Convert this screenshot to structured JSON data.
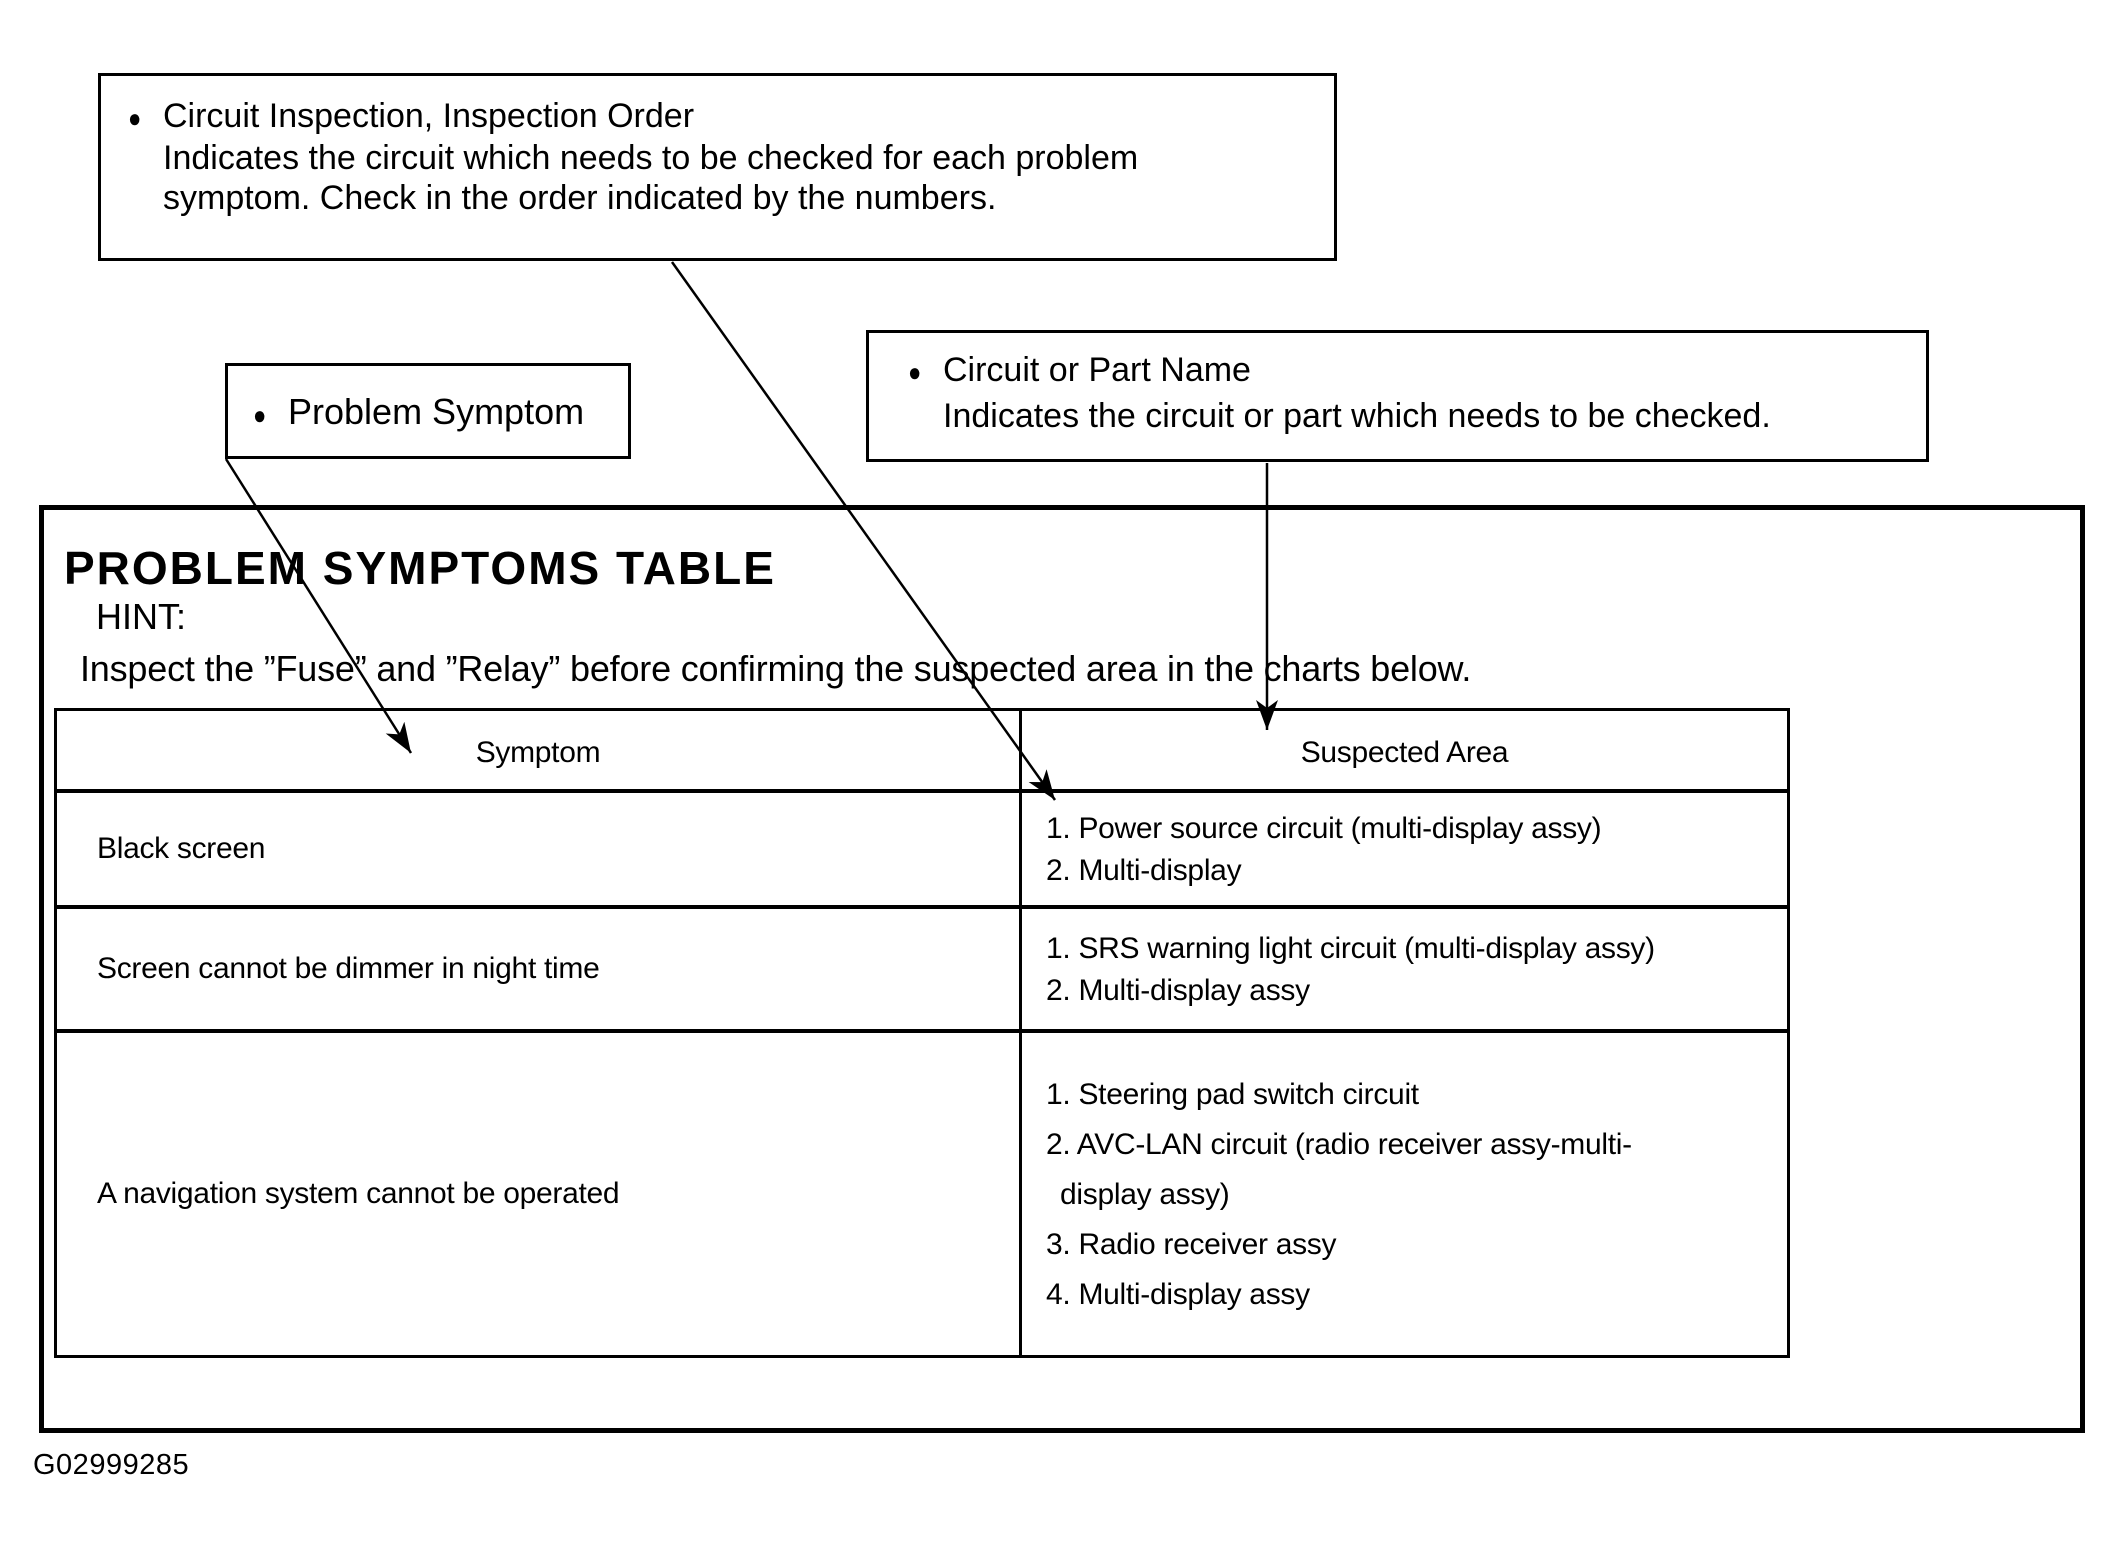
{
  "callouts": {
    "inspection_order": {
      "bullet": "●",
      "title": "Circuit Inspection, Inspection Order",
      "line1": "Indicates the circuit which needs to be checked for each problem",
      "line2": "symptom. Check in the order indicated by the numbers."
    },
    "problem_symptom": {
      "bullet": "●",
      "title": "Problem Symptom"
    },
    "circuit_or_part_name": {
      "bullet": "●",
      "title": "Circuit or Part Name",
      "line1": "Indicates the circuit or part which needs to be checked."
    }
  },
  "main": {
    "title": "PROBLEM SYMPTOMS TABLE",
    "hint_label": "HINT:",
    "hint_text": "Inspect the ”Fuse” and ”Relay” before confirming the suspected area in the charts below.",
    "table": {
      "headers": [
        "Symptom",
        "Suspected Area"
      ],
      "rows": [
        {
          "symptom": "Black screen",
          "suspected_areas": [
            "1. Power source circuit (multi-display assy)",
            "2. Multi-display"
          ]
        },
        {
          "symptom": "Screen cannot be dimmer in night time",
          "suspected_areas": [
            "1. SRS warning light circuit (multi-display assy)",
            "2. Multi-display assy"
          ]
        },
        {
          "symptom": "A navigation system cannot be operated",
          "suspected_areas": [
            "1. Steering pad switch circuit",
            "2. AVC-LAN circuit (radio receiver assy-multi-",
            "display assy)",
            "3. Radio receiver assy",
            "4. Multi-display assy"
          ]
        }
      ]
    }
  },
  "figure_id": "G02999285",
  "colors": {
    "ink": "#000000",
    "background": "#ffffff"
  }
}
